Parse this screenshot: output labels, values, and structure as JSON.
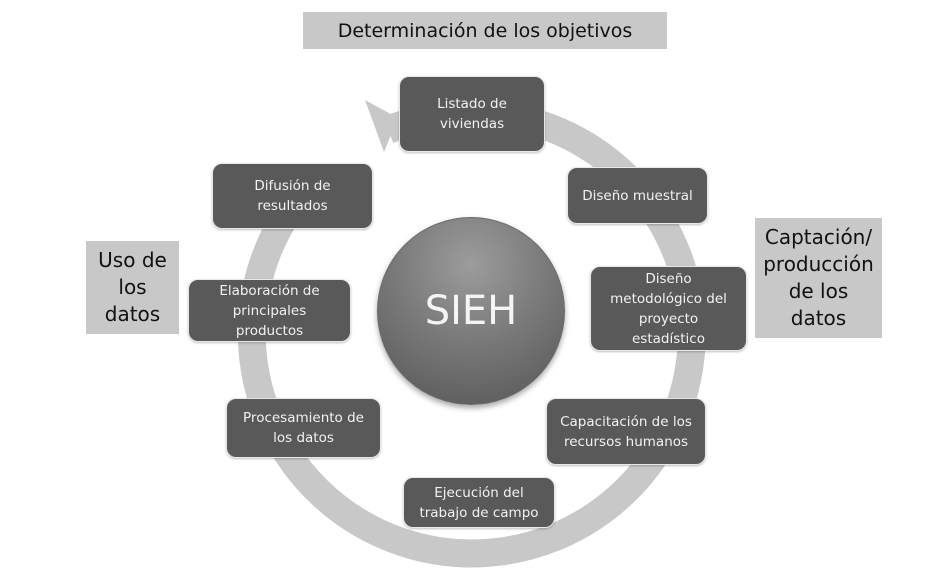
{
  "title": "Determinación de los objetivos",
  "center": {
    "label": "SIEH"
  },
  "side_labels": {
    "left": "Uso de\nlos\ndatos",
    "right": "Captación/\nproducción\nde los\ndatos"
  },
  "steps": [
    {
      "label": "Listado de\nviviendas"
    },
    {
      "label": "Diseño muestral"
    },
    {
      "label": "Diseño\nmetodológico del\nproyecto\nestadístico"
    },
    {
      "label": "Capacitación de los\nrecursos humanos"
    },
    {
      "label": "Ejecución del\ntrabajo de campo"
    },
    {
      "label": "Procesamiento de\nlos datos"
    },
    {
      "label": "Elaboración de\nprincipales\nproductos"
    },
    {
      "label": "Difusión de\nresultados"
    }
  ],
  "colors": {
    "step_fill": "#595959",
    "ring": "#c8c8c8",
    "label_box": "#c8c8c8"
  }
}
